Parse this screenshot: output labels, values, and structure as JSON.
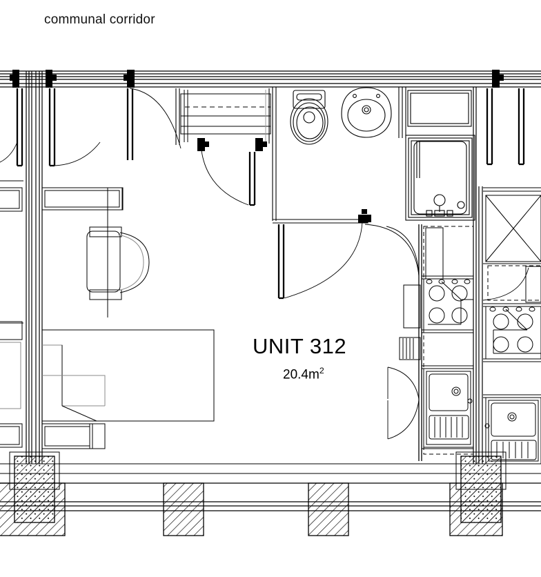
{
  "drawing": {
    "type": "architectural-floor-plan",
    "title_labels": {
      "corridor": "communal corridor",
      "unit_name": "UNIT 312",
      "unit_area": "20.4m",
      "unit_area_exponent": "2"
    },
    "colors": {
      "line": "#000000",
      "background": "#ffffff",
      "furniture_light": "#8a8a8a",
      "hatch": "#000000"
    },
    "rooms": [
      {
        "name": "communal corridor",
        "position": "top"
      },
      {
        "name": "UNIT 312",
        "area": "20.4m2",
        "position": "center"
      },
      {
        "name": "bathroom",
        "position": "top-right"
      },
      {
        "name": "kitchen",
        "position": "right"
      },
      {
        "name": "adjacent unit",
        "position": "left"
      },
      {
        "name": "adjacent unit",
        "position": "far-right"
      }
    ],
    "fixtures": [
      {
        "name": "wc-toilet",
        "room": "bathroom"
      },
      {
        "name": "washbasin",
        "room": "bathroom"
      },
      {
        "name": "shower-tray",
        "room": "bathroom"
      },
      {
        "name": "kitchen-hob",
        "room": "kitchen",
        "burners": 4
      },
      {
        "name": "kitchen-sink",
        "room": "kitchen"
      },
      {
        "name": "kitchen-worktop",
        "room": "kitchen"
      },
      {
        "name": "bed",
        "room": "UNIT 312"
      },
      {
        "name": "desk",
        "room": "UNIT 312"
      },
      {
        "name": "desk-chair",
        "room": "UNIT 312"
      },
      {
        "name": "wardrobe",
        "room": "adjacent unit"
      }
    ],
    "doors": [
      {
        "name": "entrance-door",
        "swing": "inward"
      },
      {
        "name": "bathroom-door",
        "swing": "inward"
      },
      {
        "name": "bathroom-inner-door",
        "swing": "inward"
      },
      {
        "name": "kitchen-door",
        "swing": "inward"
      },
      {
        "name": "adjacent-unit-door",
        "swing": "inward"
      }
    ],
    "structure": [
      {
        "name": "concrete-column",
        "hatch": "dotted-diagonal",
        "count": 2
      },
      {
        "name": "structural-pier",
        "hatch": "diagonal",
        "count": 4
      },
      {
        "name": "glazed-facade",
        "position": "bottom"
      },
      {
        "name": "party-wall",
        "position": "left"
      }
    ]
  }
}
